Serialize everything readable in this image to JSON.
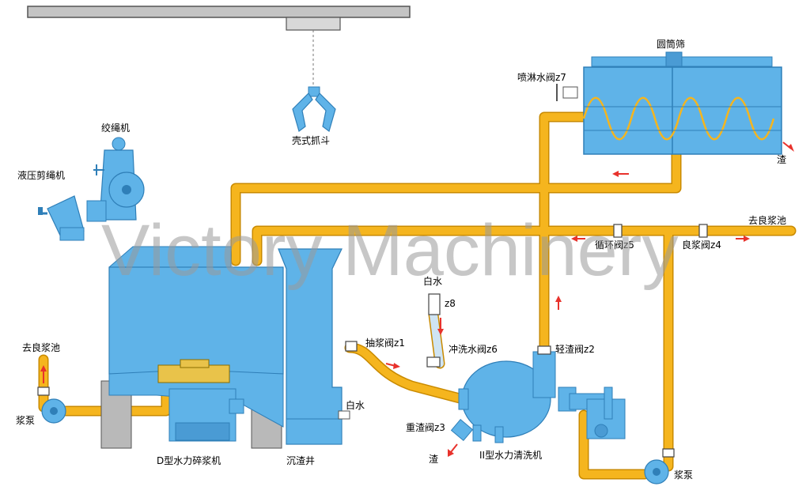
{
  "labels": {
    "grab_bucket": "壳式抓斗",
    "rope_twister": "绞绳机",
    "hydraulic_cutter": "液压剪绳机",
    "drum_screen": "圆筒筛",
    "spray_valve": "喷淋水阀z7",
    "reject_top": "渣",
    "to_accept_tank_right": "去良浆池",
    "circulation_valve": "循环阀z5",
    "accept_valve": "良浆阀z4",
    "white_water_top": "白水",
    "z8": "z8",
    "extraction_valve": "抽浆阀z1",
    "flush_valve": "冲洗水阀z6",
    "light_reject_valve": "轻渣阀z2",
    "to_accept_tank_left": "去良浆池",
    "pump_left": "浆泵",
    "white_water_sump": "白水",
    "heavy_reject_valve": "重渣阀z3",
    "reject_bottom": "渣",
    "d_pulper": "D型水力碎浆机",
    "sediment_well": "沉渣井",
    "ii_cleaner": "II型水力清洗机",
    "pump_right": "浆泵"
  },
  "watermark": "Victory Machinery",
  "colors": {
    "pipe": "#f5b51e",
    "pipe_edge": "#c98a00",
    "equipment": "#5fb3e8",
    "equipment_dark": "#2f7fb8",
    "arrow": "#e8322c",
    "rail": "#b8b8b8"
  }
}
